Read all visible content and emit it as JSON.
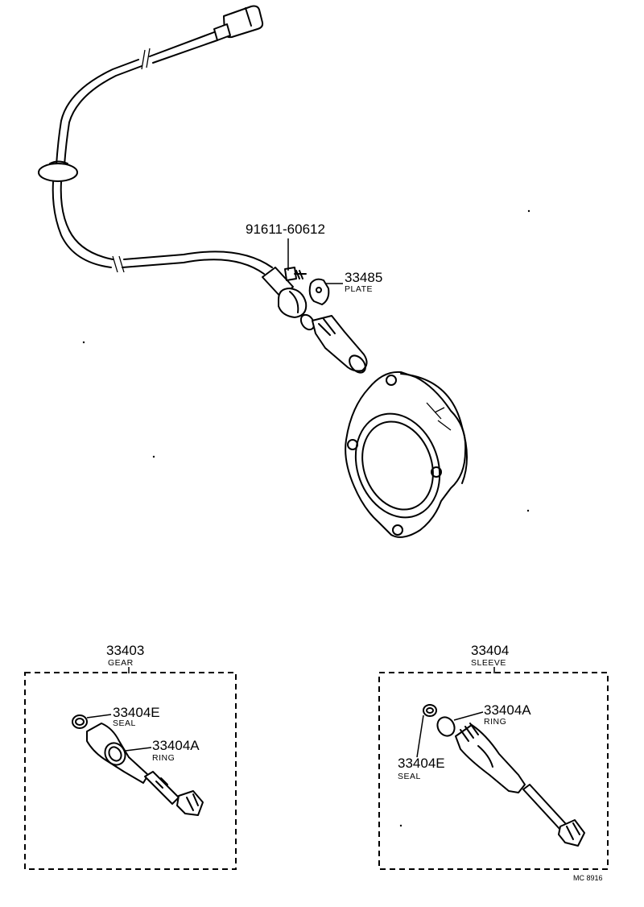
{
  "labels": {
    "bolt": {
      "number": "91611-60612"
    },
    "plate": {
      "number": "33485",
      "name": "PLATE"
    },
    "gear_group": {
      "number": "33403",
      "name": "GEAR",
      "seal": {
        "number": "33404E",
        "name": "SEAL"
      },
      "ring": {
        "number": "33404A",
        "name": "RING"
      }
    },
    "sleeve_group": {
      "number": "33404",
      "name": "SLEEVE",
      "ring": {
        "number": "33404A",
        "name": "RING"
      },
      "seal": {
        "number": "33404E",
        "name": "SEAL"
      }
    }
  },
  "diagram_code": "MC 8916"
}
